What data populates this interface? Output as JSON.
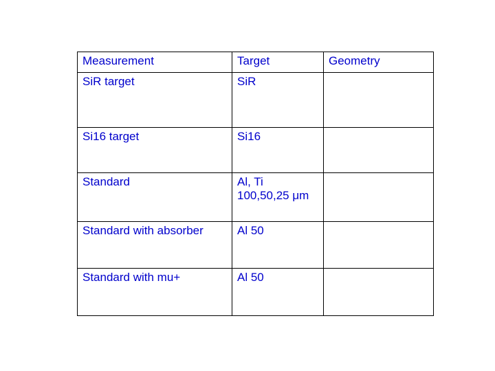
{
  "table": {
    "headers": [
      "Measurement",
      "Target",
      "Geometry"
    ],
    "rows": [
      {
        "measurement": "SiR target",
        "target": "SiR"
      },
      {
        "measurement": "Si16 target",
        "target": "Si16"
      },
      {
        "measurement": "Standard",
        "target": "Al, Ti\n100,50,25 μm"
      },
      {
        "measurement": "Standard with absorber",
        "target": "Al 50"
      },
      {
        "measurement": "Standard with mu+",
        "target": "Al 50"
      }
    ]
  },
  "colors": {
    "text": "#0000CC",
    "table_border": "#000000",
    "detector_bar_blue": "#4A7EBE",
    "beam_red": "#EE1512",
    "beam_tan": "#D9A770",
    "absorber_green": "#8DB44E",
    "arrow_red": "#C11212"
  },
  "geometry_icons": {
    "row0": [
      "red-down-arrow-icon",
      "tilted-blue-slab-icon",
      "blue-bar-pair-icon"
    ],
    "row1": [
      "blue-bar-pair-icon",
      "tan-beam-line-icon",
      "blue-bar-pair-icon"
    ],
    "row2": [
      "blue-bar-pair-icon",
      "red-beam-line-icon",
      "blue-bar-pair-icon"
    ],
    "row3": [
      "blue-bar-pair-icon",
      "green-absorber-line-icon",
      "red-beam-line-icon",
      "green-absorber-line-icon",
      "blue-bar-pair-icon"
    ],
    "row4": [
      "blue-bar-pair-icon",
      "red-beam-line-icon",
      "blue-bar-pair-icon"
    ]
  }
}
